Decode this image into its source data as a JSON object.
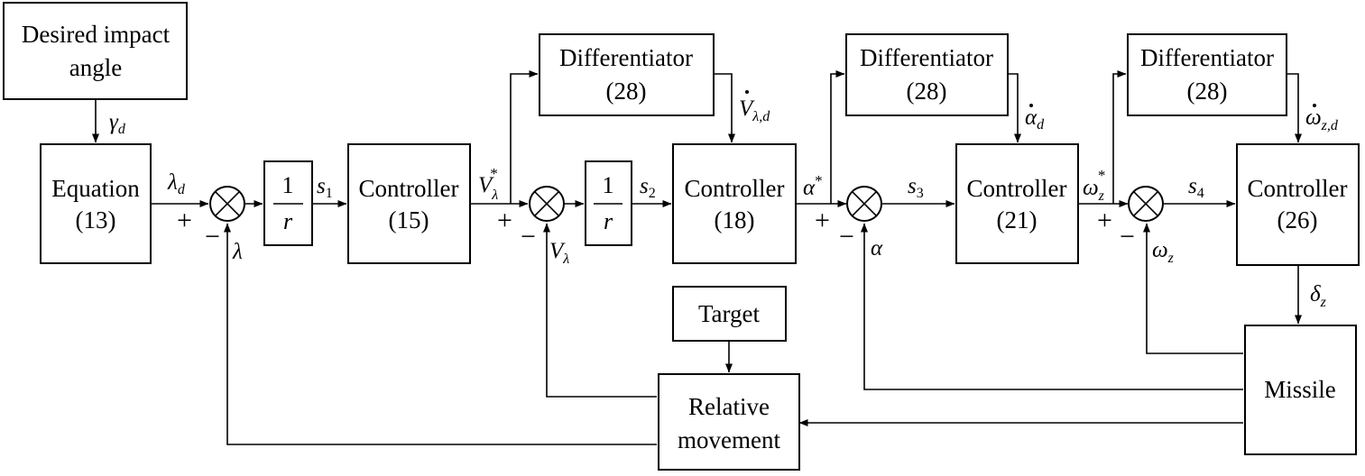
{
  "blocks": {
    "desired": {
      "line1": "Desired impact",
      "line2": "angle"
    },
    "equation": {
      "line1": "Equation",
      "line2": "(13)"
    },
    "recip1": {
      "num": "1",
      "den": "r"
    },
    "recip2": {
      "num": "1",
      "den": "r"
    },
    "controller15": {
      "line1": "Controller",
      "line2": "(15)"
    },
    "controller18": {
      "line1": "Controller",
      "line2": "(18)"
    },
    "controller21": {
      "line1": "Controller",
      "line2": "(21)"
    },
    "controller26": {
      "line1": "Controller",
      "line2": "(26)"
    },
    "diff1": {
      "line1": "Differentiator",
      "line2": "(28)"
    },
    "diff2": {
      "line1": "Differentiator",
      "line2": "(28)"
    },
    "diff3": {
      "line1": "Differentiator",
      "line2": "(28)"
    },
    "target": {
      "line1": "Target"
    },
    "relative": {
      "line1": "Relative",
      "line2": "movement"
    },
    "missile": {
      "line1": "Missile"
    }
  },
  "signals": {
    "gamma": {
      "base": "γ",
      "sub": "d"
    },
    "lambda_d": {
      "base": "λ",
      "sub": "d"
    },
    "lambda": {
      "base": "λ"
    },
    "s1": {
      "base": "s",
      "sub": "1"
    },
    "v_star": {
      "base": "V",
      "sub": "λ",
      "sup": "*"
    },
    "v_lambda": {
      "base": "V",
      "sub": "λ"
    },
    "s2": {
      "base": "s",
      "sub": "2"
    },
    "vdot_d": {
      "base": "V",
      "sub": "λ,d"
    },
    "alpha_star": {
      "base": "α",
      "sup": "*"
    },
    "alpha": {
      "base": "α"
    },
    "s3": {
      "base": "s",
      "sub": "3"
    },
    "alphadot_d": {
      "base": "α",
      "sub": "d"
    },
    "omega_star": {
      "base": "ω",
      "sub": "z",
      "sup": "*"
    },
    "omega_z": {
      "base": "ω",
      "sub": "z"
    },
    "s4": {
      "base": "s",
      "sub": "4"
    },
    "omegadot_d": {
      "base": "ω",
      "sub": "z,d"
    },
    "delta_z": {
      "base": "δ",
      "sub": "z"
    }
  },
  "signs": {
    "plus": "+",
    "minus": "−"
  }
}
